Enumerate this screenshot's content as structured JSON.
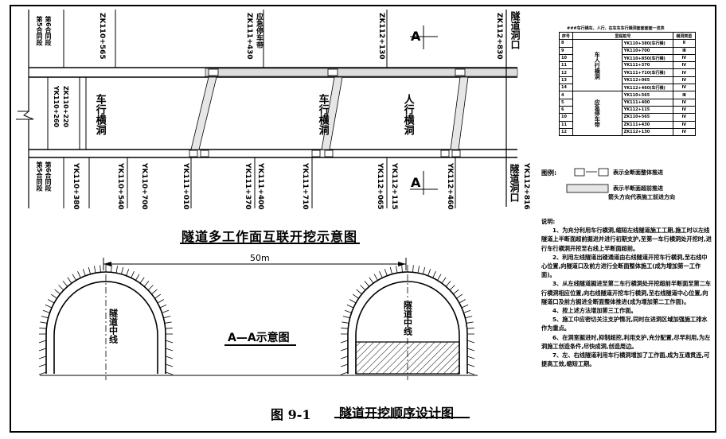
{
  "plan": {
    "title": "隧道多工作面互联开挖示意图",
    "top_stations": [
      "ZK110+565",
      "ZK111+430",
      "ZK112+130",
      "ZK112+830"
    ],
    "top_annot_1": "第5合同段",
    "top_annot_2": "第6合同段",
    "emergency_label": "应急停车带",
    "tunnel_exit_top": "隧道洞口",
    "bottom_stations": [
      "YK110+380",
      "YK110+540",
      "YK110+700",
      "YK111+010",
      "YK111+370",
      "YK111+400",
      "YK111+710",
      "YK112+065",
      "YK112+115",
      "YK112+460",
      "YK112+816"
    ],
    "bottom_annot_1": "第5合同段",
    "bottom_annot_2": "第6合同段",
    "tunnel_exit_bottom": "隧道洞口",
    "left_stations": [
      "YK110+260",
      "ZK110+220"
    ],
    "cross_labels": [
      "车行横洞",
      "车行横洞",
      "人行横洞"
    ],
    "section_mark": "A"
  },
  "section": {
    "title": "A—A示意图",
    "dimension": "50m",
    "left_label": "隧道中线",
    "right_label": "隧道中线"
  },
  "legend": {
    "title": "###车行横车、人行、在车车车行横洞面面面面一览表",
    "headers": [
      "序号",
      "里程桩号",
      "横洞类型"
    ],
    "group_a": "车人行横洞",
    "group_b": "应急停车带",
    "rows": [
      [
        "8",
        "YK110+380(车行横)",
        "Ⅱ"
      ],
      [
        "9",
        "YK110+700",
        "Ⅲ"
      ],
      [
        "10",
        "YK110+850(车行横)",
        "Ⅳ"
      ],
      [
        "11",
        "YK111+370",
        "Ⅳ"
      ],
      [
        "12",
        "YK111+710(车行横)",
        "Ⅳ"
      ],
      [
        "13",
        "YK112+065",
        "Ⅳ"
      ],
      [
        "14",
        "YK112+460(车行横)",
        "Ⅳ"
      ],
      [
        "4",
        "YK110+565",
        "Ⅲ"
      ],
      [
        "5",
        "YK111+400",
        "Ⅳ"
      ],
      [
        "6",
        "YK112+115",
        "Ⅳ"
      ],
      [
        "10",
        "ZK110+565",
        "Ⅳ"
      ],
      [
        "11",
        "ZK111+430",
        "Ⅳ"
      ],
      [
        "12",
        "ZK112+130",
        "Ⅳ"
      ]
    ],
    "symbol_label": "图例:",
    "symbol_1_text": "表示全断面整体推进",
    "symbol_2_text": "表示半断面超前推进",
    "symbol_3_text": "箭头方向代表施工前进方向"
  },
  "notes": {
    "heading": "说明:",
    "items": [
      "1、为充分利用车行横洞,缩短左线隧道施工工期,施工时以左线隧道上半断面超前掘进并进行初期支护,至第一车行横洞处开挖时,进行车行横洞开挖至右线上半断面超前。",
      "2、利用左线隧道出碴通道由右线隧道开挖车行横洞,至右线中心位置,向隧道口及前方进行全断面整体施工(成为增加第一工作面)。",
      "3、从左线隧道掘进至第二车行横洞处开挖超前半断面至第二车行横洞相应位置,向右线隧道开挖车行横洞,至右线隧道中心位置,向隧道口及前方掘进全断面整体推进(成为增加第二工作面)。",
      "4、按上述方法增加第三工作面。",
      "5、施工中应密切关注支护情况,同时在进洞区域加强施工排水作为重点。",
      "6、在洞室掘进时,抑制超挖,利用支护,充分配置,尽早利用,为左洞施工创造条件,尽快成洞,创造周边。",
      "7、左、右线隧道利用车行横洞增加了工作面,成为互通贯连,可提高工效,缩短工期。"
    ]
  },
  "figure": {
    "number": "图 9-1",
    "title": "隧道开挖顺序设计图"
  }
}
